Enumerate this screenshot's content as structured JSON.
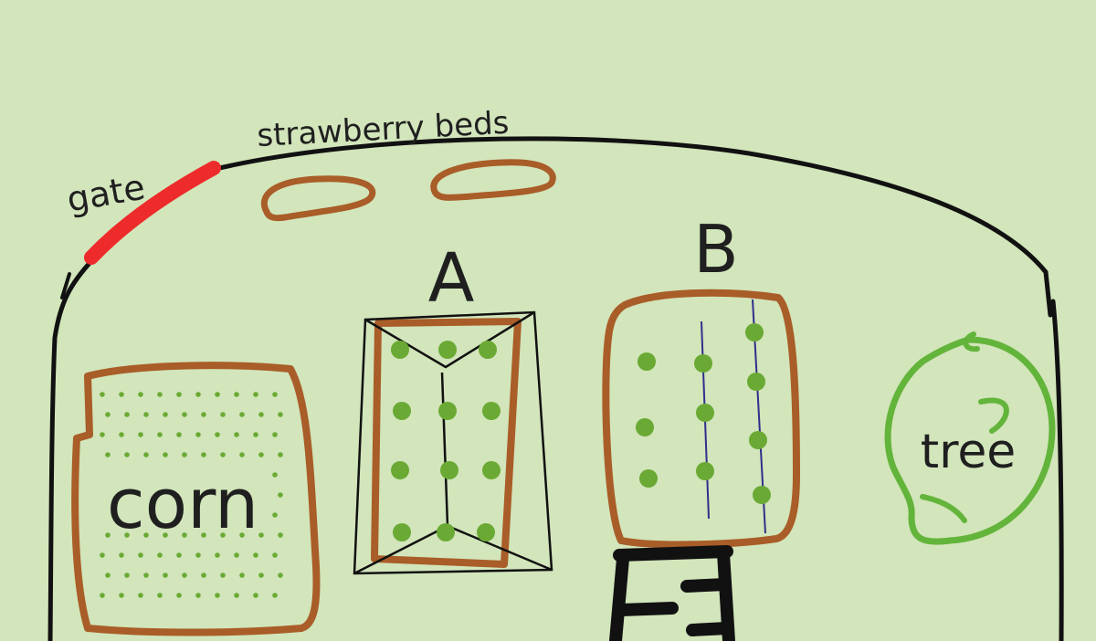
{
  "labels": {
    "strawberry_beds": "strawberry beds",
    "gate": "gate",
    "bed_a": "A",
    "bed_b": "B",
    "corn": "corn",
    "tree": "tree"
  },
  "colors": {
    "background": "#d2e5bb",
    "fence": "#111111",
    "gate": "#ee2b2b",
    "bed_border": "#a95d28",
    "plant": "#6aaa34",
    "tree": "#63b43a",
    "row_line": "#2f2f8c",
    "text": "#1f1f1f"
  }
}
